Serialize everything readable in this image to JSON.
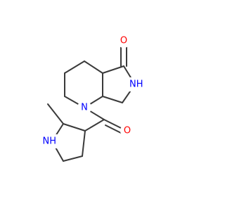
{
  "molecule": {
    "atoms": {
      "ketone_oxygen": "O",
      "lactam_nh": "NH",
      "ring_nitrogen": "N",
      "amide_oxygen": "O",
      "pyrrolidine_nh": "NH"
    },
    "colors": {
      "bond": "#3a3a3a",
      "oxygen": "#ff0000",
      "nitrogen": "#0000ff"
    }
  }
}
